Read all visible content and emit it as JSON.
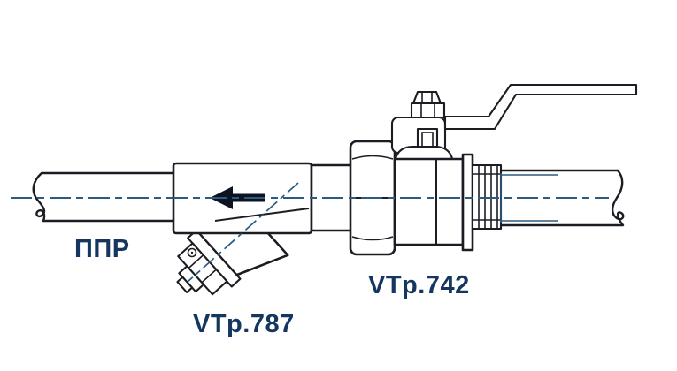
{
  "figure": {
    "type": "technical-drawing",
    "background_color": "#ffffff",
    "line_color": "#1c1c22",
    "centerline_color": "#2b5c80",
    "label_color": "#14365f",
    "arrow_color": "#0b1420",
    "flow_arrow_direction": "left",
    "labels": {
      "pipe_material": "ППР",
      "strainer_model": "VTp.787",
      "valve_model": "VTp.742"
    },
    "components": [
      {
        "name": "ppr-pipe-inlet"
      },
      {
        "name": "y-strainer"
      },
      {
        "name": "union-nut"
      },
      {
        "name": "ball-valve-with-lever-handle"
      },
      {
        "name": "threaded-outlet-pipe"
      }
    ]
  }
}
